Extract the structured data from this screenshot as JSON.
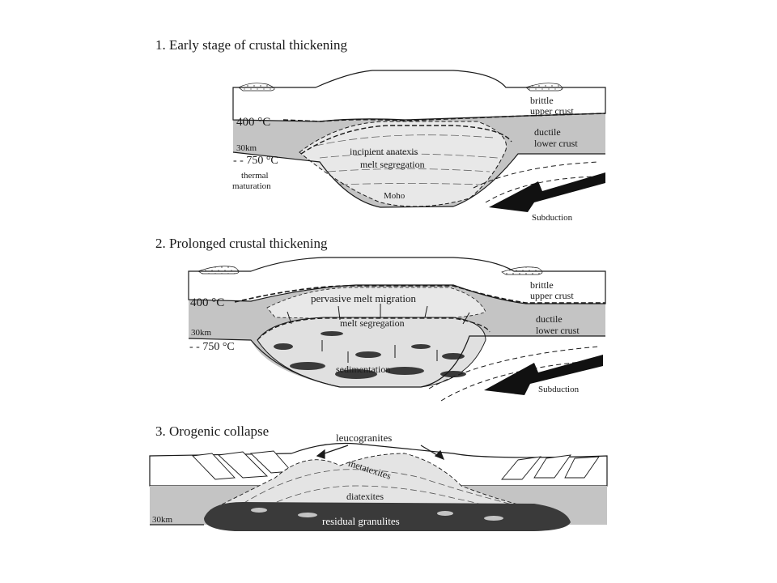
{
  "panel1": {
    "title": "1. Early stage of crustal thickening",
    "labels": {
      "upper1": "brittle",
      "upper2": "upper crust",
      "lower1": "ductile",
      "lower2": "lower crust",
      "iso400": "400 °C",
      "depth": "30km",
      "iso750": "- - 750 °C",
      "thermal1": "thermal",
      "thermal2": "maturation",
      "anatexis": "incipient anatexis",
      "segregation": "melt segregation",
      "moho": "Moho",
      "subduction": "Subduction"
    }
  },
  "panel2": {
    "title": "2. Prolonged crustal thickening",
    "labels": {
      "upper1": "brittle",
      "upper2": "upper crust",
      "lower1": "ductile",
      "lower2": "lower crust",
      "iso400": "400 °C",
      "depth": "30km",
      "iso750": "- - 750 °C",
      "migration": "pervasive melt migration",
      "segregation": "melt segregation",
      "sedimentation": "sedimentation",
      "subduction": "Subduction"
    }
  },
  "panel3": {
    "title": "3. Orogenic collapse",
    "labels": {
      "leucogranites": "leucogranites",
      "metatexites": "metatexites",
      "diatexites": "diatexites",
      "granulites": "residual granulites",
      "depth": "30km"
    }
  },
  "colors": {
    "lower_crust": "#c4c4c4",
    "melt_zone": "#e4e4e4",
    "line": "#1a1a1a",
    "restite": "#3a3a3a"
  }
}
